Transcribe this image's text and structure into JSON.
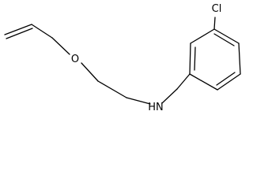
{
  "structure": {
    "atoms": [
      {
        "id": "cl",
        "label": "Cl"
      },
      {
        "id": "o",
        "label": "O"
      },
      {
        "id": "n",
        "label": "HN"
      }
    ]
  },
  "colors": {
    "bond": "#000000",
    "text": "#000000",
    "background": "#ffffff"
  }
}
